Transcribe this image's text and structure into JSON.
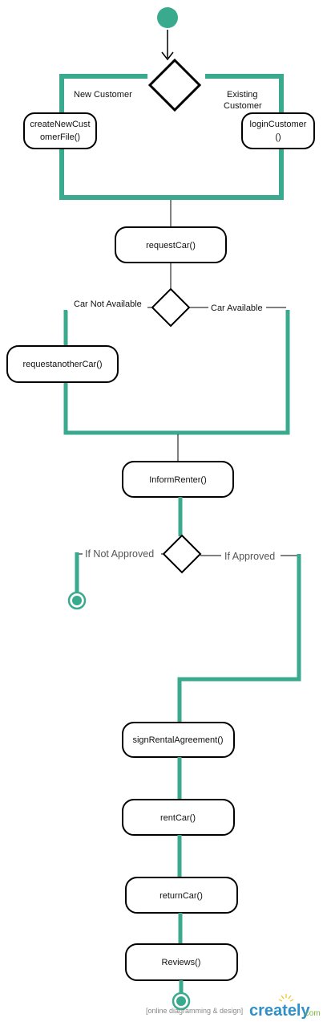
{
  "colors": {
    "accent": "#3aaa8f",
    "stroke": "#000000",
    "brand_blue": "#2f8fc9",
    "brand_green": "#7cb342"
  },
  "actions": {
    "create_new_customer_line1": "createNewCust",
    "create_new_customer_line2": "omerFile()",
    "login_customer_line1": "loginCustomer",
    "login_customer_line2": "()",
    "request_car": "requestCar()",
    "request_another_car": "requestanotherCar()",
    "inform_renter": "InformRenter()",
    "sign_rental_agreement": "signRentalAgreement()",
    "rent_car": "rentCar()",
    "return_car": "returnCar()",
    "reviews": "Reviews()"
  },
  "guards": {
    "new_customer": "New Customer",
    "existing_customer_line1": "Existing",
    "existing_customer_line2": "Customer",
    "car_not_available": "Car Not Available",
    "car_available": "Car Available",
    "if_not_approved": "If Not Approved",
    "if_approved": "If Approved"
  },
  "watermark": {
    "tagline": "[online diagramming & design]",
    "brand_part1": "creately",
    "brand_part2": ".com"
  }
}
